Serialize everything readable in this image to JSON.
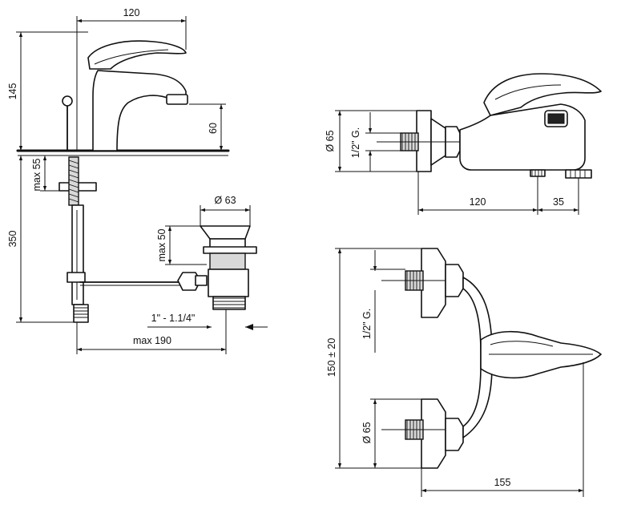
{
  "drawings": {
    "basin_mixer": {
      "width_dim": "120",
      "height_dim": "145",
      "spout_height_dim": "60",
      "counter_dim": "max 55",
      "under_dim": "350",
      "waste_diameter_dim": "Ø 63",
      "waste_height_dim": "max 50",
      "waste_thread_dim": "1\" - 1.1/4\"",
      "depth_dim": "max 190"
    },
    "bath_mixer_side": {
      "flange_dim": "Ø 65",
      "thread_dim": "1/2\" G.",
      "body_length_dim": "120",
      "outlet_dim": "35"
    },
    "bath_mixer_top": {
      "thread_dim": "1/2\" G.",
      "centers_dim": "150 ± 20",
      "flange_dim": "Ø 65",
      "projection_dim": "155"
    }
  }
}
